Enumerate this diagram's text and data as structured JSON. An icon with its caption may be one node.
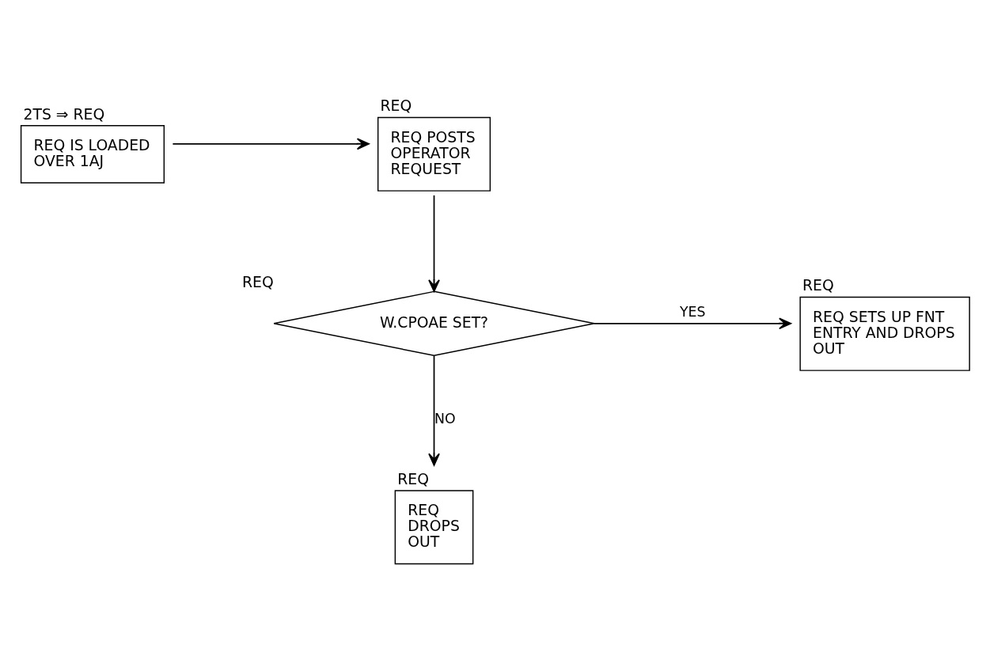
{
  "diagram": {
    "nodes": [
      {
        "text": [
          "2TS ⇒ REQ",
          "REQ IS LOADED OVER 1AJ"
        ]
      },
      {
        "text": [
          "REQ",
          "REQ POSTS OPERATOR REQUEST"
        ]
      },
      {
        "text": [
          "REQ",
          "W.CPOAE SET?"
        ]
      },
      {
        "text": [
          "REQ",
          "REQ SETS UP FNT ENTRY AND DROPS OUT"
        ]
      },
      {
        "text": [
          "REQ",
          "REQ DROPS OUT"
        ]
      }
    ],
    "edges": [
      {
        "from": 0,
        "to": 1,
        "arrow": "to"
      },
      {
        "from": 1,
        "to": 2,
        "arrow": "to"
      },
      {
        "from": 2,
        "to": 3,
        "arrow": "to",
        "label": "YES"
      },
      {
        "from": 2,
        "to": 4,
        "arrow": "to",
        "label": "NO"
      }
    ]
  }
}
